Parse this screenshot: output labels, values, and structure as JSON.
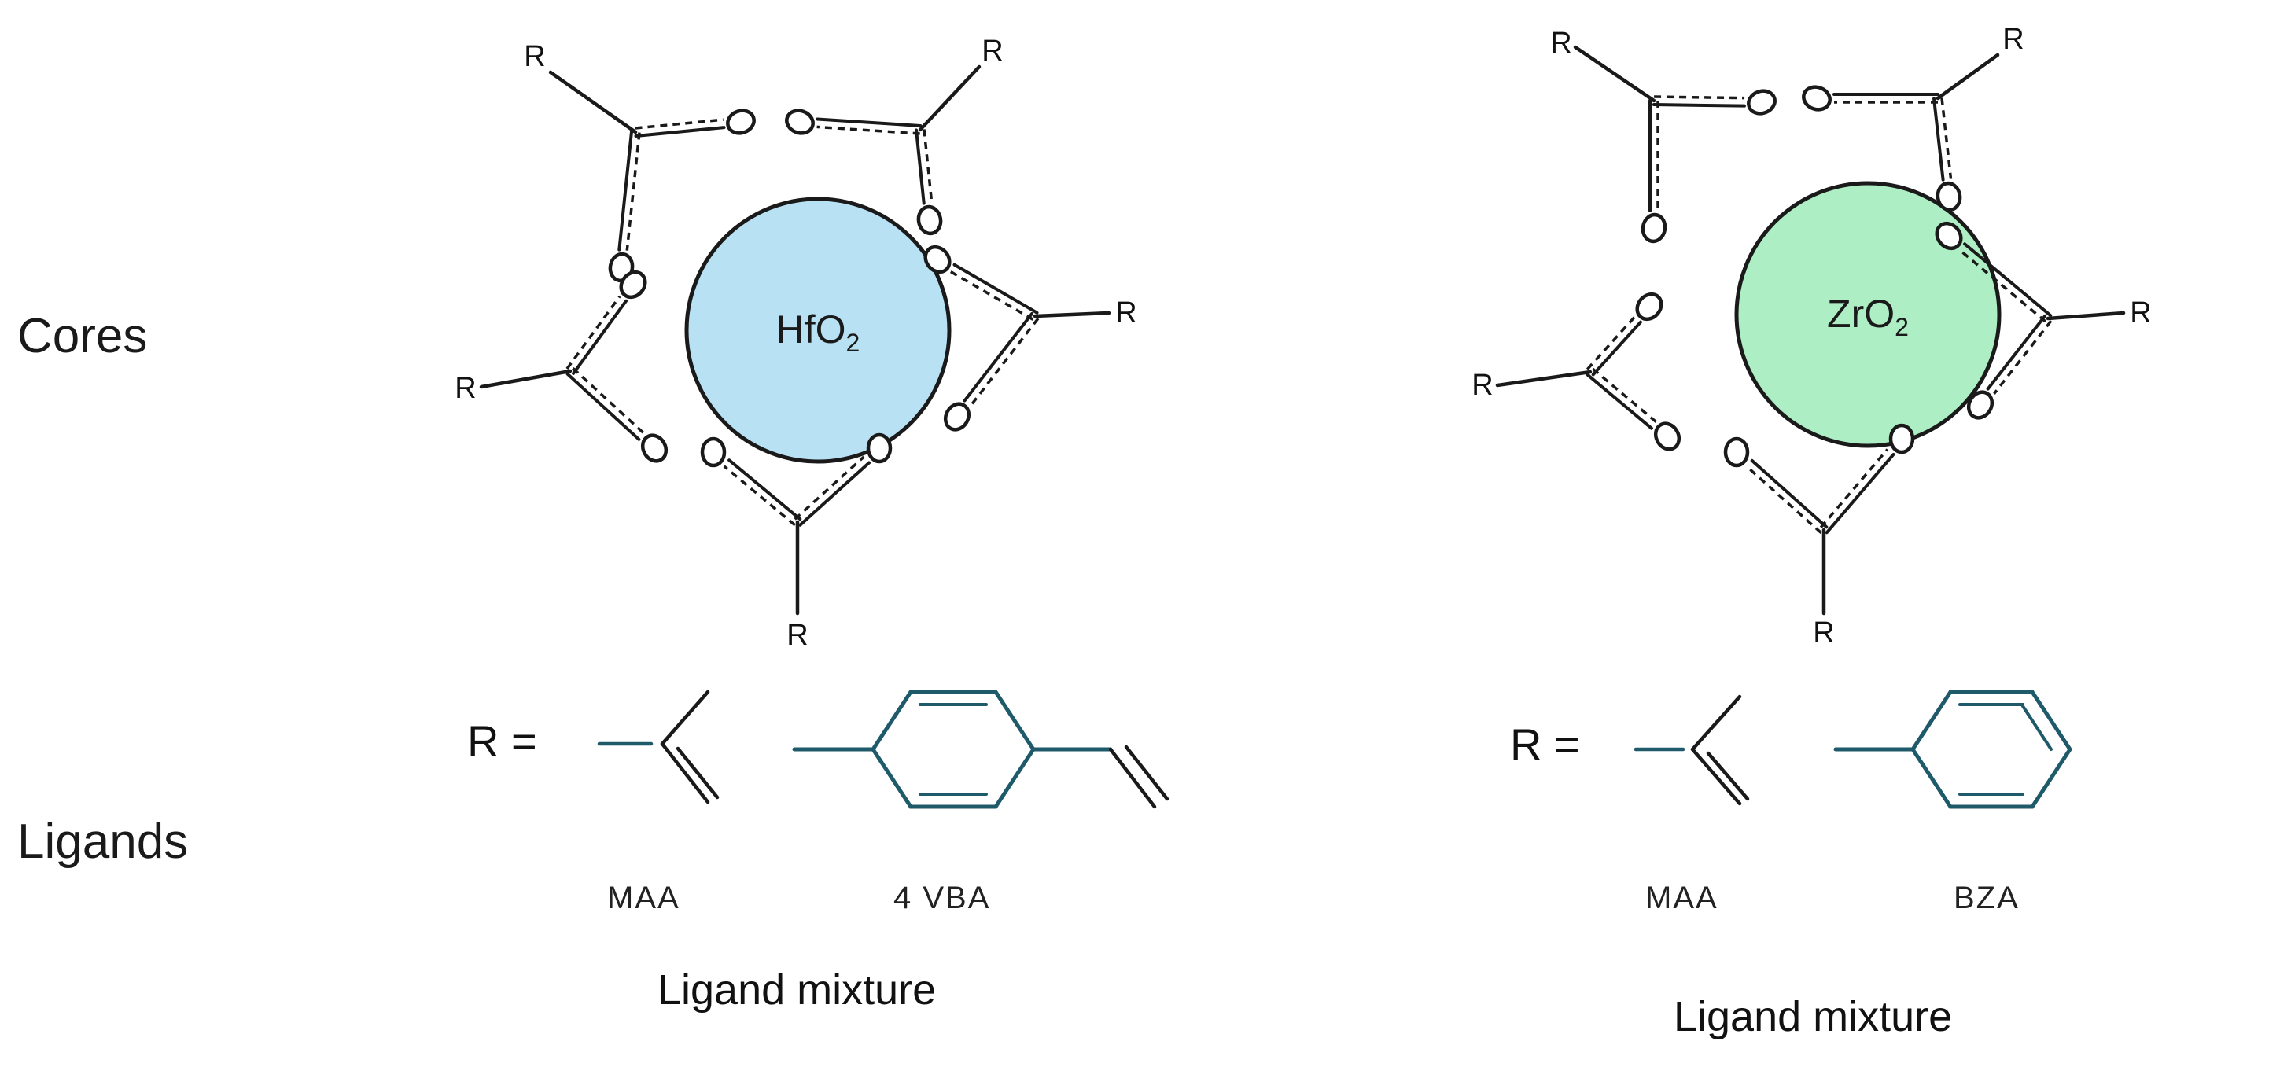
{
  "rows": {
    "cores": "Cores",
    "ligands": "Ligands"
  },
  "r_group_symbol": "R",
  "oxygen_symbol": "O",
  "r_equals": "R =",
  "panels": [
    {
      "core_main": "HfO",
      "core_sub": "2",
      "core_color": "#b8e2f4",
      "ligand_1": "MAA",
      "ligand_2": "4 VBA",
      "caption": "Ligand mixture"
    },
    {
      "core_main": "ZrO",
      "core_sub": "2",
      "core_color": "#aeeec4",
      "ligand_1": "MAA",
      "ligand_2": "BZA",
      "caption": "Ligand mixture"
    }
  ],
  "colors": {
    "bond_teal": "#1f5a6b",
    "outline": "#1a1a1a"
  }
}
